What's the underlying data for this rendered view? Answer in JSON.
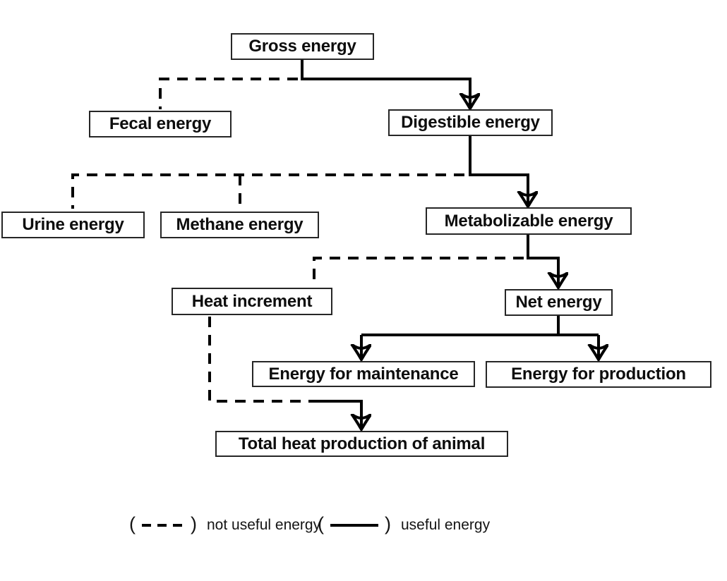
{
  "canvas": {
    "background": "#ffffff",
    "line_color": "#000000",
    "box_border_color": "#262626",
    "text_color": "#0d0d0d"
  },
  "nodes": {
    "gross": {
      "label": "Gross energy"
    },
    "fecal": {
      "label": "Fecal energy"
    },
    "digestible": {
      "label": "Digestible energy"
    },
    "urine": {
      "label": "Urine energy"
    },
    "methane": {
      "label": "Methane energy"
    },
    "metabolizable": {
      "label": "Metabolizable energy"
    },
    "heat_increment": {
      "label": "Heat increment"
    },
    "net": {
      "label": "Net energy"
    },
    "maintenance": {
      "label": "Energy for maintenance"
    },
    "production": {
      "label": "Energy for production"
    },
    "total_heat": {
      "label": "Total heat production of animal"
    }
  },
  "edges": [
    {
      "from": "Gross energy",
      "to": "Fecal energy",
      "style": "dashed",
      "meaning": "not useful energy"
    },
    {
      "from": "Gross energy",
      "to": "Digestible energy",
      "style": "solid",
      "meaning": "useful energy"
    },
    {
      "from": "Digestible energy",
      "to": "Urine energy",
      "style": "dashed",
      "meaning": "not useful energy"
    },
    {
      "from": "Digestible energy",
      "to": "Methane energy",
      "style": "dashed",
      "meaning": "not useful energy"
    },
    {
      "from": "Digestible energy",
      "to": "Metabolizable energy",
      "style": "solid",
      "meaning": "useful energy"
    },
    {
      "from": "Metabolizable energy",
      "to": "Heat increment",
      "style": "dashed",
      "meaning": "not useful energy"
    },
    {
      "from": "Metabolizable energy",
      "to": "Net energy",
      "style": "solid",
      "meaning": "useful energy"
    },
    {
      "from": "Net energy",
      "to": "Energy for maintenance",
      "style": "solid",
      "meaning": "useful energy"
    },
    {
      "from": "Net energy",
      "to": "Energy for production",
      "style": "solid",
      "meaning": "useful energy"
    },
    {
      "from": "Heat increment",
      "to": "Total heat production of animal",
      "style": "dashed",
      "meaning": "not useful energy"
    }
  ],
  "legend": {
    "not_useful": {
      "paren_open": "(",
      "paren_close": ")",
      "label": "not useful energy"
    },
    "useful": {
      "paren_open": "(",
      "paren_close": ")",
      "label": "useful energy"
    }
  }
}
